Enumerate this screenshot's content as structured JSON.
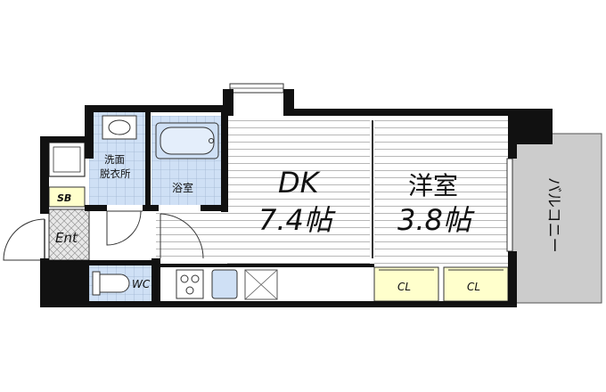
{
  "rooms": {
    "dk": {
      "name": "DK",
      "size": "7.4帖"
    },
    "western": {
      "name": "洋室",
      "size": "3.8帖"
    },
    "balcony": {
      "name": "バルコニー"
    },
    "washroom": {
      "line1": "洗面",
      "line2": "脱衣所"
    },
    "bath": {
      "name": "浴室"
    },
    "entrance": {
      "name": "Ent"
    },
    "shoebox": {
      "name": "SB"
    },
    "toilet": {
      "name": "WC"
    },
    "closet1": {
      "name": "CL"
    },
    "closet2": {
      "name": "CL"
    }
  },
  "colors": {
    "wall": "#111111",
    "floor_wood": "#ffffff",
    "wet_area": "#cfe0f5",
    "closet": "#ffffcc",
    "balcony": "#cccccc",
    "shoebox": "#ffffcc"
  }
}
